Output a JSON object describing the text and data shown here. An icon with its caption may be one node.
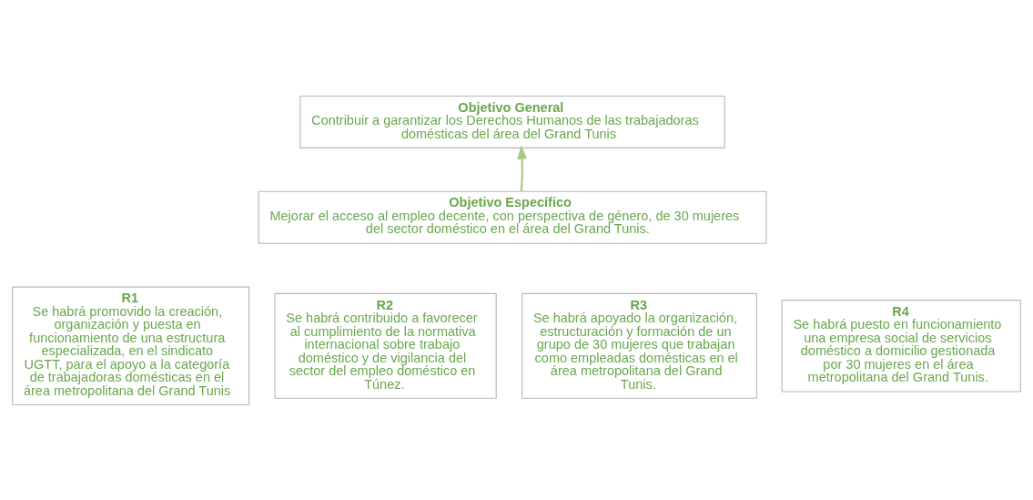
{
  "diagram": {
    "nodes": [
      {
        "text": [
          "Objetivo General",
          "Contribuir a garantizar los Derechos Humanos de las trabajadoras domésticas del área del Grand Tunis"
        ]
      },
      {
        "text": [
          "Objetivo Específico",
          "Mejorar el acceso al empleo decente, con perspectiva de género, de 30 mujeres del sector doméstico en el área del Grand Tunis."
        ]
      },
      {
        "text": [
          "R1",
          "Se habrá promovido la creación, organización y puesta en funcionamiento de una estructura especializada, en el sindicato UGTT, para el apoyo a la categoría de trabajadoras domésticas en el área metropolitana del Grand Tunis"
        ]
      },
      {
        "text": [
          "R2",
          "Se habrá contribuido a favorecer al cumplimiento de la normativa internacional sobre trabajo doméstico y de vigilancia del sector del empleo doméstico en Túnez."
        ]
      },
      {
        "text": [
          "R3",
          "Se habrá apoyado la organización, estructuración y formación de un grupo de 30 mujeres que trabajan como empleadas domésticas en el área metropolitana del Grand Tunis."
        ]
      },
      {
        "text": [
          "R4",
          "Se habrá puesto en funcionamiento una empresa social de servicios doméstico a domicilio gestionada por 30 mujeres en el área metropolitana del Grand Tunis."
        ]
      }
    ],
    "edges": [
      {
        "from": 1,
        "to": 0,
        "arrow": "to"
      }
    ]
  }
}
